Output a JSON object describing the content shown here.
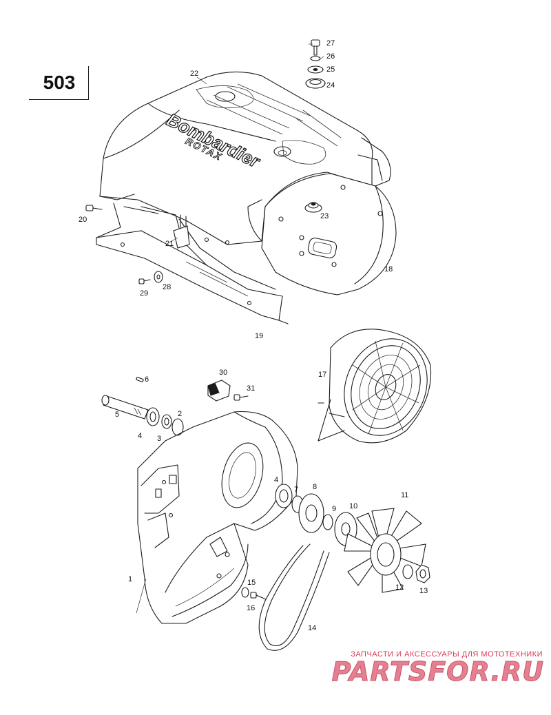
{
  "page_code": "503",
  "watermark": {
    "caption": "ЗАПЧАСТИ И АКСЕССУАРЫ ДЛЯ МОТОТЕХНИКИ",
    "logo_text": "PARTSFOR.RU",
    "color": "#d63a55"
  },
  "cover_lettering": {
    "brand": "Bombardier",
    "engine": "ROTAX"
  },
  "callouts": {
    "c1": "1",
    "c2": "2",
    "c3": "3",
    "c4a": "4",
    "c4b": "4",
    "c5": "5",
    "c6": "6",
    "c7": "7",
    "c8": "8",
    "c9": "9",
    "c10": "10",
    "c11": "11",
    "c12": "12",
    "c13": "13",
    "c14": "14",
    "c15": "15",
    "c16": "16",
    "c17": "17",
    "c18": "18",
    "c19": "19",
    "c20": "20",
    "c21": "21",
    "c22": "22",
    "c23": "23",
    "c24": "24",
    "c25": "25",
    "c26": "26",
    "c27": "27",
    "c28": "28",
    "c29": "29",
    "c30": "30",
    "c31": "31"
  }
}
